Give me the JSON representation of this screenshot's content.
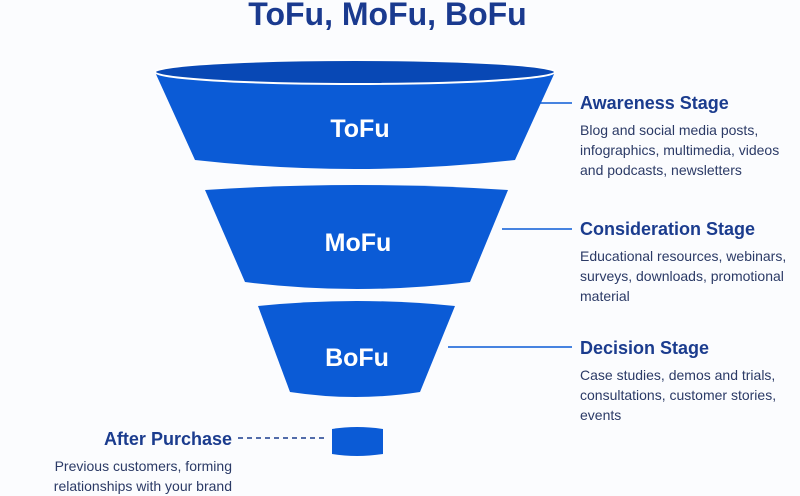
{
  "title": "ToFu, MoFu, BoFu",
  "funnel": [
    "ToFu",
    "MoFu",
    "BoFu"
  ],
  "colors": {
    "funnel": "#0b5bd6",
    "funnel_dark": "#0848b5",
    "heading": "#1b3c8e",
    "text": "#2b3a66"
  },
  "stages": [
    {
      "heading": "Awareness Stage",
      "body": "Blog and social media posts, infographics, multimedia, videos and podcasts, newsletters"
    },
    {
      "heading": "Consideration Stage",
      "body": "Educational resources, webinars, surveys, downloads, promotional material"
    },
    {
      "heading": "Decision Stage",
      "body": "Case studies, demos and trials, consultations, customer stories, events"
    }
  ],
  "after": {
    "heading": "After Purchase",
    "body": "Previous customers, forming relationships with your brand"
  }
}
